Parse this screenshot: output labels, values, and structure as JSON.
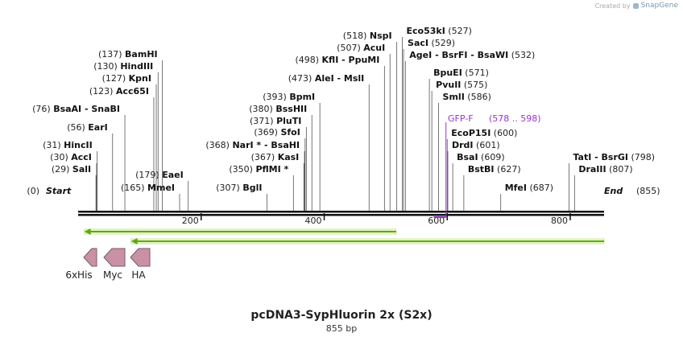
{
  "credit": {
    "prefix": "Created by",
    "brand": "SnapGene"
  },
  "title": "pcDNA3-SypHluorin 2x (S2x)",
  "subtitle": "855 bp",
  "scale": {
    "length": 855,
    "ticks": [
      "200",
      "400",
      "600",
      "800"
    ]
  },
  "ends": {
    "start_pos": "(0)",
    "start_label": "Start",
    "end_label": "End",
    "end_pos": "(855)"
  },
  "sites": [
    {
      "pos": "(29)",
      "name": "SalI",
      "label_pos": "left"
    },
    {
      "pos": "(30)",
      "name": "AccI",
      "label_pos": "left"
    },
    {
      "pos": "(31)",
      "name": "HincII",
      "label_pos": "left"
    },
    {
      "pos": "(56)",
      "name": "EarI",
      "label_pos": "left"
    },
    {
      "pos": "(76)",
      "name": "BsaAI  -  SnaBI",
      "label_pos": "left"
    },
    {
      "pos": "(123)",
      "name": "Acc65I",
      "label_pos": "left"
    },
    {
      "pos": "(127)",
      "name": "KpnI",
      "label_pos": "left"
    },
    {
      "pos": "(130)",
      "name": "HindIII",
      "label_pos": "left"
    },
    {
      "pos": "(137)",
      "name": "BamHI",
      "label_pos": "left"
    },
    {
      "pos": "(165)",
      "name": "MmeI",
      "label_pos": "left"
    },
    {
      "pos": "(179)",
      "name": "EaeI",
      "label_pos": "left"
    },
    {
      "pos": "(307)",
      "name": "BglI",
      "label_pos": "left"
    },
    {
      "pos": "(350)",
      "name": "PflMI *",
      "label_pos": "left"
    },
    {
      "pos": "(367)",
      "name": "KasI",
      "label_pos": "left"
    },
    {
      "pos": "(368)",
      "name": "NarI *  -  BsaHI",
      "label_pos": "left"
    },
    {
      "pos": "(369)",
      "name": "SfoI",
      "label_pos": "left"
    },
    {
      "pos": "(371)",
      "name": "PluTI",
      "label_pos": "left"
    },
    {
      "pos": "(380)",
      "name": "BssHII",
      "label_pos": "left"
    },
    {
      "pos": "(393)",
      "name": "BpmI",
      "label_pos": "left"
    },
    {
      "pos": "(473)",
      "name": "AleI  -  MslI",
      "label_pos": "left"
    },
    {
      "pos": "(498)",
      "name": "KflI  -  PpuMI",
      "label_pos": "left"
    },
    {
      "pos": "(507)",
      "name": "AcuI",
      "label_pos": "left"
    },
    {
      "pos": "(518)",
      "name": "NspI",
      "label_pos": "left"
    },
    {
      "pos": "(527)",
      "name": "Eco53kI",
      "label_pos": "right"
    },
    {
      "pos": "(529)",
      "name": "SacI",
      "label_pos": "right"
    },
    {
      "pos": "(532)",
      "name": "AgeI  -  BsrFI  -  BsaWI",
      "label_pos": "right"
    },
    {
      "pos": "(571)",
      "name": "BpuEI",
      "label_pos": "right"
    },
    {
      "pos": "(575)",
      "name": "PvuII",
      "label_pos": "right"
    },
    {
      "pos": "(586)",
      "name": "SmlI",
      "label_pos": "right"
    },
    {
      "pos": "(600)",
      "name": "EcoP15I",
      "label_pos": "right"
    },
    {
      "pos": "(601)",
      "name": "DrdI",
      "label_pos": "right"
    },
    {
      "pos": "(609)",
      "name": "BsaI",
      "label_pos": "right"
    },
    {
      "pos": "(627)",
      "name": "BstBI",
      "label_pos": "right"
    },
    {
      "pos": "(687)",
      "name": "MfeI",
      "label_pos": "right"
    },
    {
      "pos": "(798)",
      "name": "TatI  -  BsrGI",
      "label_pos": "right"
    },
    {
      "pos": "(807)",
      "name": "DraIII",
      "label_pos": "right"
    }
  ],
  "primer": {
    "name": "GFP-F",
    "range": "(578 .. 598)",
    "color": "#9933cc"
  },
  "orfs": [
    {
      "from": 517,
      "to": 10,
      "direction": "reverse",
      "color": "#5aaa10"
    },
    {
      "from": 855,
      "to": 86,
      "direction": "reverse",
      "color": "#5aaa10"
    }
  ],
  "features": [
    {
      "name": "6xHis",
      "direction": "reverse",
      "color": "#c990a6"
    },
    {
      "name": "Myc",
      "direction": "reverse",
      "color": "#c990a6"
    },
    {
      "name": "HA",
      "direction": "reverse",
      "color": "#c990a6"
    }
  ]
}
